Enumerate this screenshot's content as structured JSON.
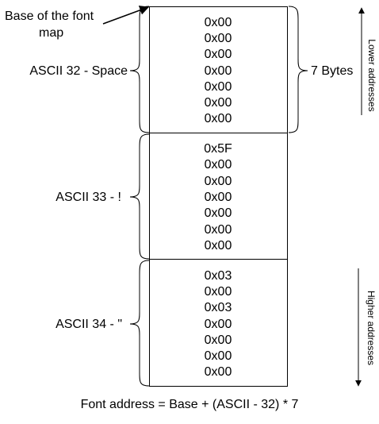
{
  "annotations": {
    "base_label_line1": "Base of the font",
    "base_label_line2": "map",
    "size_label": "7 Bytes",
    "lower_addresses": "Lower addresses",
    "higher_addresses": "Higher addresses",
    "formula": "Font address = Base + (ASCII - 32) * 7"
  },
  "blocks": [
    {
      "label": "ASCII 32 - Space",
      "bytes": [
        "0x00",
        "0x00",
        "0x00",
        "0x00",
        "0x00",
        "0x00",
        "0x00"
      ]
    },
    {
      "label": "ASCII 33 - !",
      "bytes": [
        "0x5F",
        "0x00",
        "0x00",
        "0x00",
        "0x00",
        "0x00",
        "0x00"
      ]
    },
    {
      "label": "ASCII 34 - \"",
      "bytes": [
        "0x03",
        "0x00",
        "0x03",
        "0x00",
        "0x00",
        "0x00",
        "0x00"
      ]
    }
  ]
}
